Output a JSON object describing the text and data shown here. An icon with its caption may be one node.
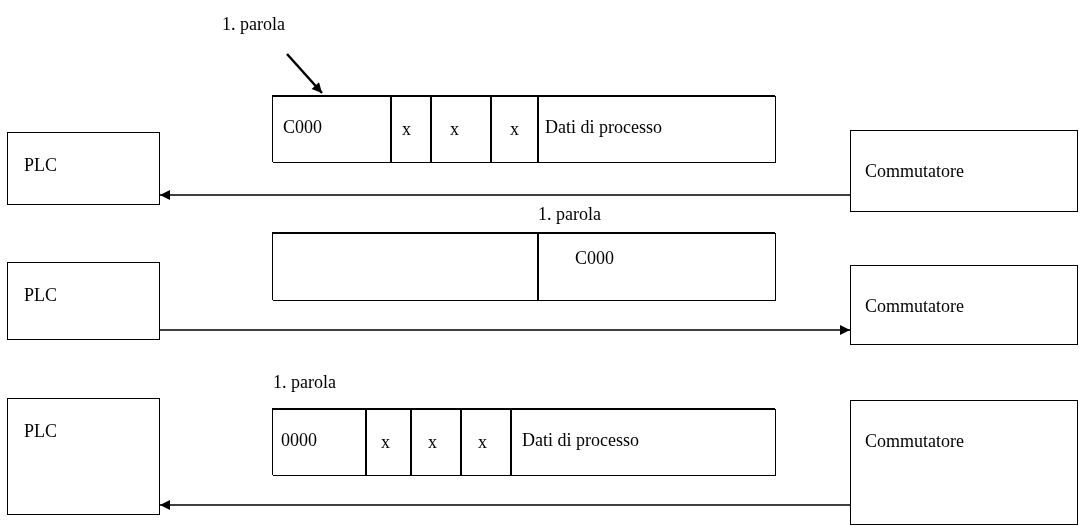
{
  "diagram": {
    "nodes": [
      {
        "text": [
          "1. parola"
        ]
      },
      {
        "text": [],
        "shape": "box"
      },
      {
        "text": [
          "C000"
        ],
        "in": 1
      },
      {
        "text": [
          "x"
        ],
        "in": 1
      },
      {
        "text": [
          "x"
        ],
        "in": 1
      },
      {
        "text": [
          "x"
        ],
        "in": 1
      },
      {
        "text": [
          "Dati di processo"
        ],
        "in": 1
      },
      {
        "text": [
          "PLC"
        ]
      },
      {
        "text": [
          "Commutatore"
        ]
      },
      {
        "text": [],
        "shape": "box"
      },
      {
        "text": [],
        "shape": "box",
        "in": 9
      },
      {
        "text": [
          "C000"
        ],
        "in": 9
      },
      {
        "text": [
          "PLC"
        ]
      },
      {
        "text": [
          "Commutatore"
        ]
      },
      {
        "text": [],
        "shape": "box"
      },
      {
        "text": [
          "0000"
        ],
        "in": 14
      },
      {
        "text": [
          "x"
        ],
        "in": 14
      },
      {
        "text": [
          "x"
        ],
        "in": 14
      },
      {
        "text": [
          "x"
        ],
        "in": 14
      },
      {
        "text": [
          "Dati di processo"
        ],
        "in": 14
      },
      {
        "text": [
          "PLC"
        ]
      },
      {
        "text": [
          "Commutatore"
        ]
      }
    ],
    "edges": [
      {
        "from": 0,
        "to": 2,
        "arrow": "to"
      },
      {
        "from": 8,
        "to": 7,
        "arrow": "to"
      },
      {
        "from": 12,
        "to": 13,
        "arrow": "to"
      },
      {
        "from": 21,
        "to": 20,
        "arrow": "to"
      }
    ],
    "labels": [
      "1. parola",
      "1. parola"
    ]
  }
}
